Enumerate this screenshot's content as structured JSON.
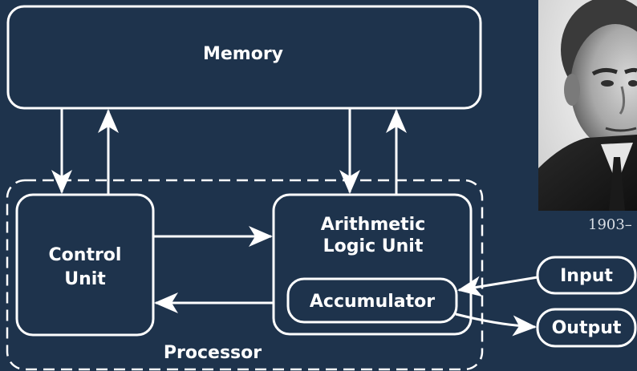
{
  "blocks": {
    "memory": "Memory",
    "control_unit": [
      "Control",
      "Unit"
    ],
    "alu": [
      "Arithmetic",
      "Logic Unit"
    ],
    "accumulator": "Accumulator",
    "processor": "Processor",
    "input": "Input",
    "output": "Output"
  },
  "portrait_caption": "1903–",
  "colors": {
    "background": "#1e334c",
    "stroke": "#ffffff"
  }
}
